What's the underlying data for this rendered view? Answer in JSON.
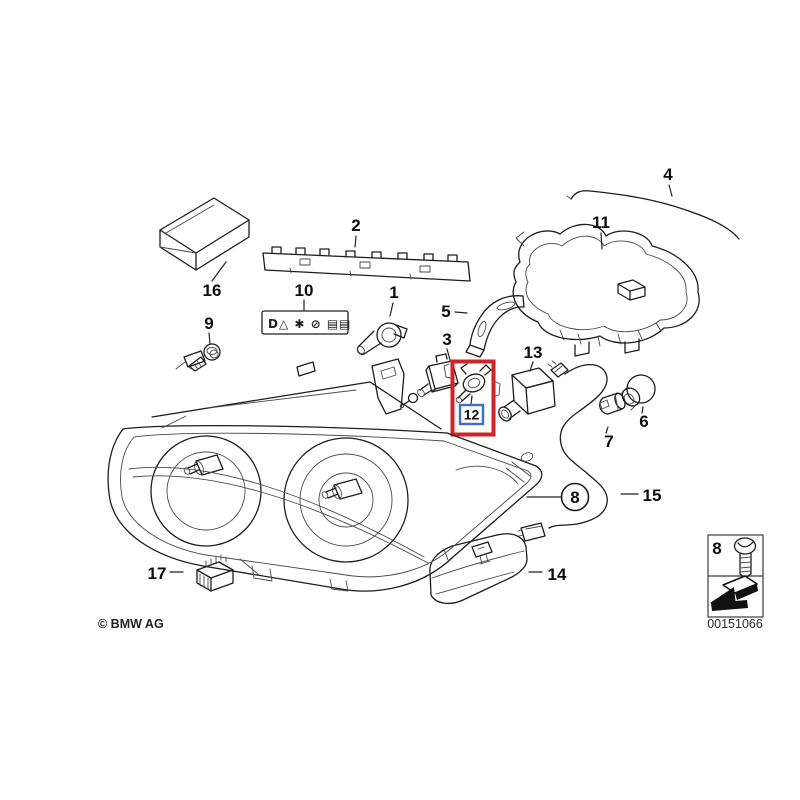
{
  "callouts": {
    "item1": "1",
    "item2": "2",
    "item3": "3",
    "item4": "4",
    "item5": "5",
    "item6": "6",
    "item7": "7",
    "item8": "8",
    "item9": "9",
    "item10": "10",
    "item11": "11",
    "item12": "12",
    "item13": "13",
    "item14": "14",
    "item15": "15",
    "item16": "16",
    "item17": "17"
  },
  "legend": {
    "item_number": "8"
  },
  "plate": {
    "symbols": "D△ ✱ ⊘ ▤▤"
  },
  "footer": {
    "copyright": "© BMW AG",
    "image_number": "00151066"
  },
  "colors": {
    "highlight_box": "#d2232a",
    "highlight_label": "#3a6fd0",
    "line": "#1d1d1d"
  }
}
